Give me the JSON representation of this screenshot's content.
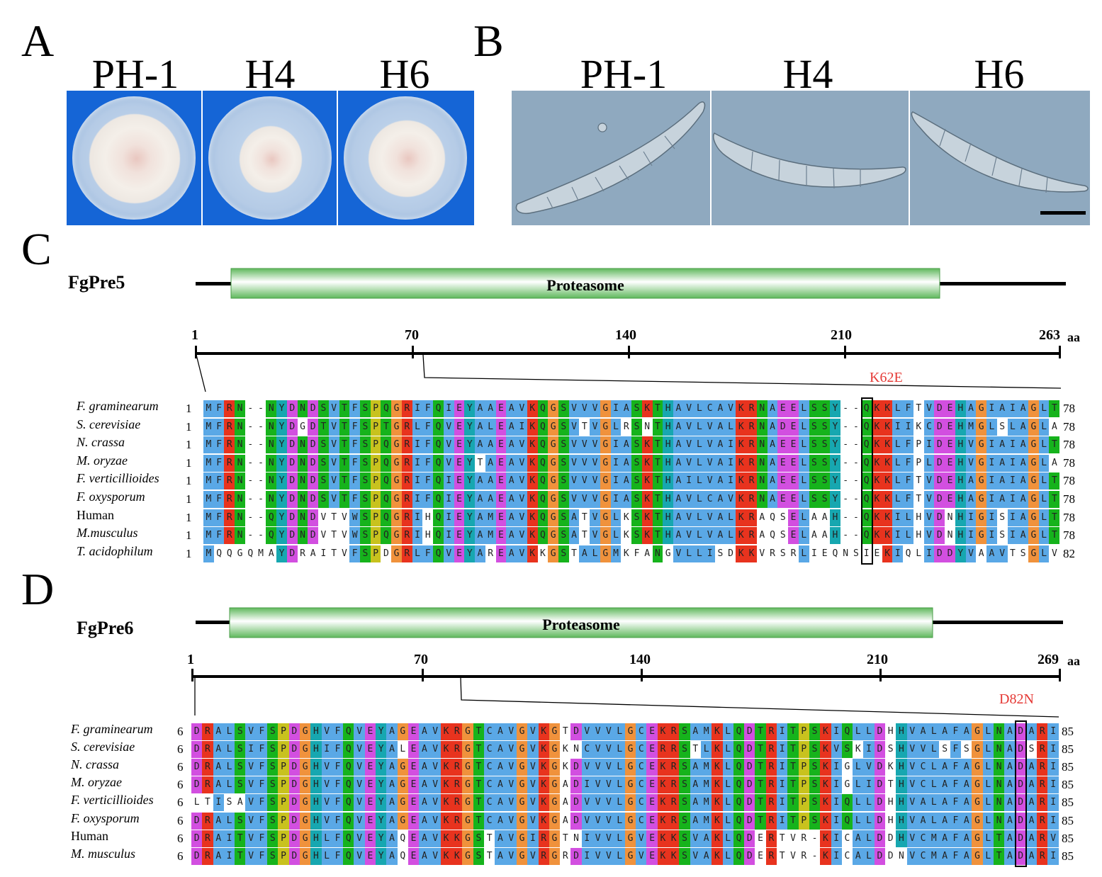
{
  "panelA": {
    "letter": "A",
    "strains": [
      "PH-1",
      "H4",
      "H6"
    ]
  },
  "panelB": {
    "letter": "B",
    "strains": [
      "PH-1",
      "H4",
      "H6"
    ]
  },
  "panelC": {
    "letter": "C",
    "protein": "FgPre5",
    "domain": "Proteasome",
    "ticks": [
      "1",
      "70",
      "140",
      "210",
      "263"
    ],
    "unit": "aa",
    "mutation": "K62E",
    "alignment": [
      {
        "species": "F. graminearum",
        "start": "1",
        "seq": "MFRN--NYDNDSVTFSPQGRIFQIEYAAEAVKQGSVVVGIASKTHAVLCAVKRNAEELSSY--QKKLFTVDEHAGIAIAGLT",
        "end": "78"
      },
      {
        "species": "S. cerevisiae",
        "start": "1",
        "seq": "MFRN--NYDGDTVTFSPTGRLFQVEYALEAIKQGSVTVGLRSNTHAVLVALKRNADELSSY--QKKIIKCDEHMGLSLAGLA",
        "end": "78"
      },
      {
        "species": "N. crassa",
        "start": "1",
        "seq": "MFRN--NYDNDSVTFSPQGRIFQVEYAAEAVKQGSVVVGIASKTHAVLVAIKRNAEELSSY--QKKLFPIDEHVGIAIAGLT",
        "end": "78"
      },
      {
        "species": "M. oryzae",
        "start": "1",
        "seq": "MFRN--NYDNDSVTFSPQGRIFQVEYTAEAVKQGSVVVGIASKTHAVLVAIKRNAEELSSY--QKKLFPLDEHVGIAIAGLA",
        "end": "78"
      },
      {
        "species": "F. verticillioides",
        "start": "1",
        "seq": "MFRN--NYDNDSVTFSPQGRIFQIEYAAEAVKQGSVVVGIASKTHAILVAIKRNAEELSSY--QKKLFTVDEHAGIAIAGLT",
        "end": "78"
      },
      {
        "species": "F. oxysporum",
        "start": "1",
        "seq": "MFRN--NYDNDSVTFSPQGRIFQIEYAAEAVKQGSVVVGIASKTHAVLCAVKRNAEELSSY--QKKLFTVDEHAGIAIAGLT",
        "end": "78"
      },
      {
        "species": "Human",
        "start": "1",
        "seq": "MFRN--QYDNDVTVWSPQGRIHQIEYAMEAVKQGSATVGLKSKTHAVLVALKRAQSELAAH--QKKILHVDNHIGISIAGLT",
        "end": "78"
      },
      {
        "species": "M.musculus",
        "start": "1",
        "seq": "MFRN--QYDNDVTVWSPQGRIHQIEYAMEAVKQGSATVGLKSKTHAVLVALKRAQSELAAH--QKKILHVDNHIGISIAGLT",
        "end": "78"
      },
      {
        "species": "T. acidophilum",
        "start": "1",
        "seq": "MQQGQMAYDRAITVFSPDGRLFQVEYAREAVKKGSTALGMKFANGVLLISDKKVRSRLIEQNSIEKIQLIDDYVAAVTSGLV",
        "end": "82"
      }
    ]
  },
  "panelD": {
    "letter": "D",
    "protein": "FgPre6",
    "domain": "Proteasome",
    "ticks": [
      "1",
      "70",
      "140",
      "210",
      "269"
    ],
    "unit": "aa",
    "mutation": "D82N",
    "alignment": [
      {
        "species": "F. graminearum",
        "start": "6",
        "seq": "DRALSVFSPDGHVFQVEYAGEAVKRGTCAVGVKGTDVVVLGCEKRSAMKLQDTRITPSKIQLLDHHVALAFAGLNADARI",
        "end": "85"
      },
      {
        "species": "S. cerevisiae",
        "start": "6",
        "seq": "DRALSIFSPDGHIFQVEYALEAVKRGTCAVGVKGKNCVVLGCERRSTLKLQDTRITPSKVSKIDSHVVLSFSGLNADSRI",
        "end": "85"
      },
      {
        "species": "N. crassa",
        "start": "6",
        "seq": "DRALSVFSPDGHVFQVEYAGEAVKRGTCAVGVKGKDVVVLGCEKRSAMKLQDTRITPSKIGLVDKHVCLAFAGLNADARI",
        "end": "85"
      },
      {
        "species": "M. oryzae",
        "start": "6",
        "seq": "DRALSVFSPDGHVFQVEYAGEAVKRGTCAVGVKGADIVVLGCEKRSAMKLQDTRITPSKIGLIDTHVCLAFAGLNADARI",
        "end": "85"
      },
      {
        "species": "F. verticillioides",
        "start": "6",
        "seq": "LTISAVFSPDGHVFQVEYAGEAVKRGTCAVGVKGADVVVLGCEKRSAMKLQDTRITPSKIQLLDHHVALAFAGLNADARI",
        "end": "85"
      },
      {
        "species": "F. oxysporum",
        "start": "6",
        "seq": "DRALSVFSPDGHVFQVEYAGEAVKRGTCAVGVKGADVVVLGCEKRSAMKLQDTRITPSKIQLLDHHVALAFAGLNADARI",
        "end": "85"
      },
      {
        "species": "Human",
        "start": "6",
        "seq": "DRAITVFSPDGHLFQVEYAQEAVKKGSTAVGIRGTNIVVLGVEKKSVAKLQDERTVR-KICALDDHVCMAFAGLTADARV",
        "end": "85"
      },
      {
        "species": "M. musculus",
        "start": "6",
        "seq": "DRAITVFSPDGHLFQVEYAQEAVKKGSTAVGVRGRDIVVLGVEKKSVAKLQDERTVR-KICALDDNVCMAFAGLTADARI",
        "end": "85"
      }
    ]
  },
  "colors": {
    "hydrophobic": "#5aa8e6",
    "positive": "#e8331e",
    "negative": "#d24fe0",
    "polar": "#16b31c",
    "glycine": "#f0923c",
    "proline": "#c8c21e",
    "aromatic": "#17a7b0",
    "cysteine": "#f07d80",
    "mutation_text": "#e53935",
    "plate_background": "#1565d6",
    "domain_bar": "#7cc77a"
  }
}
